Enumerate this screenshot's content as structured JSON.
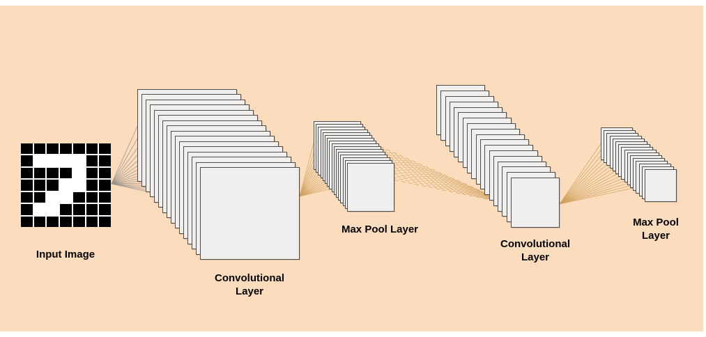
{
  "colors": {
    "background": "#fbdcbc",
    "page": "#ffffff",
    "square_fill": "#f0efee",
    "square_border": "#4d4d4d",
    "grid_cell_on": "#ffffff",
    "grid_cell_off": "#000000",
    "line_gray": "#96908a",
    "line_orange": "#d0a25e"
  },
  "input_image": {
    "label": "Input Image",
    "grid_rows": [
      "0000000",
      "0111100",
      "0000100",
      "0001100",
      "0011000",
      "0110000",
      "0000000"
    ]
  },
  "layers": [
    {
      "id": "conv1",
      "label_lines": [
        "Convolutional",
        "Layer"
      ],
      "feature_maps": 16
    },
    {
      "id": "pool1",
      "label_lines": [
        "Max Pool Layer"
      ],
      "feature_maps": 16
    },
    {
      "id": "conv2",
      "label_lines": [
        "Convolutional",
        "Layer"
      ],
      "feature_maps": 18
    },
    {
      "id": "pool2",
      "label_lines": [
        "Max Pool",
        "Layer"
      ],
      "feature_maps": 16
    }
  ],
  "connections": [
    {
      "id": "input-conv1",
      "from": "input",
      "to": "conv1",
      "style": "solid",
      "color_key": "line_gray"
    },
    {
      "id": "conv1-pool1",
      "from": "conv1",
      "to": "pool1",
      "style": "solid",
      "color_key": "line_orange"
    },
    {
      "id": "pool1-conv2",
      "from": "pool1",
      "to": "conv2",
      "style": "dashed",
      "color_key": "line_orange"
    },
    {
      "id": "conv2-pool2",
      "from": "conv2",
      "to": "pool2",
      "style": "solid",
      "color_key": "line_orange"
    }
  ]
}
